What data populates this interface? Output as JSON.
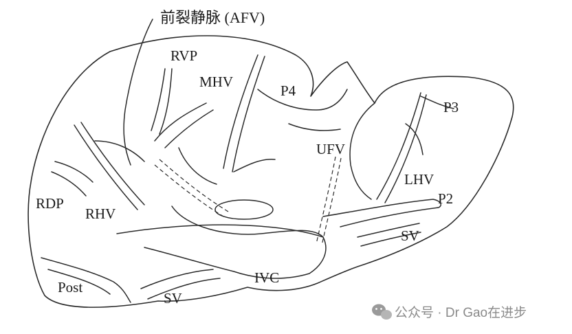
{
  "title": "前裂静脉 (AFV)",
  "labels": {
    "rvp": "RVP",
    "mhv": "MHV",
    "p4": "P4",
    "p3": "P3",
    "ufv": "UFV",
    "lhv": "LHV",
    "p2": "P2",
    "rdp": "RDP",
    "rhv": "RHV",
    "sv_right": "SV",
    "sv_bottom": "SV",
    "ivc": "IVC",
    "post": "Post"
  },
  "watermark": {
    "text": "公众号 · Dr Gao在进步",
    "icon": "wechat-icon"
  },
  "colors": {
    "line": "#2a2a2a",
    "text": "#1a1a1a",
    "watermark": "#8a8a8a"
  }
}
